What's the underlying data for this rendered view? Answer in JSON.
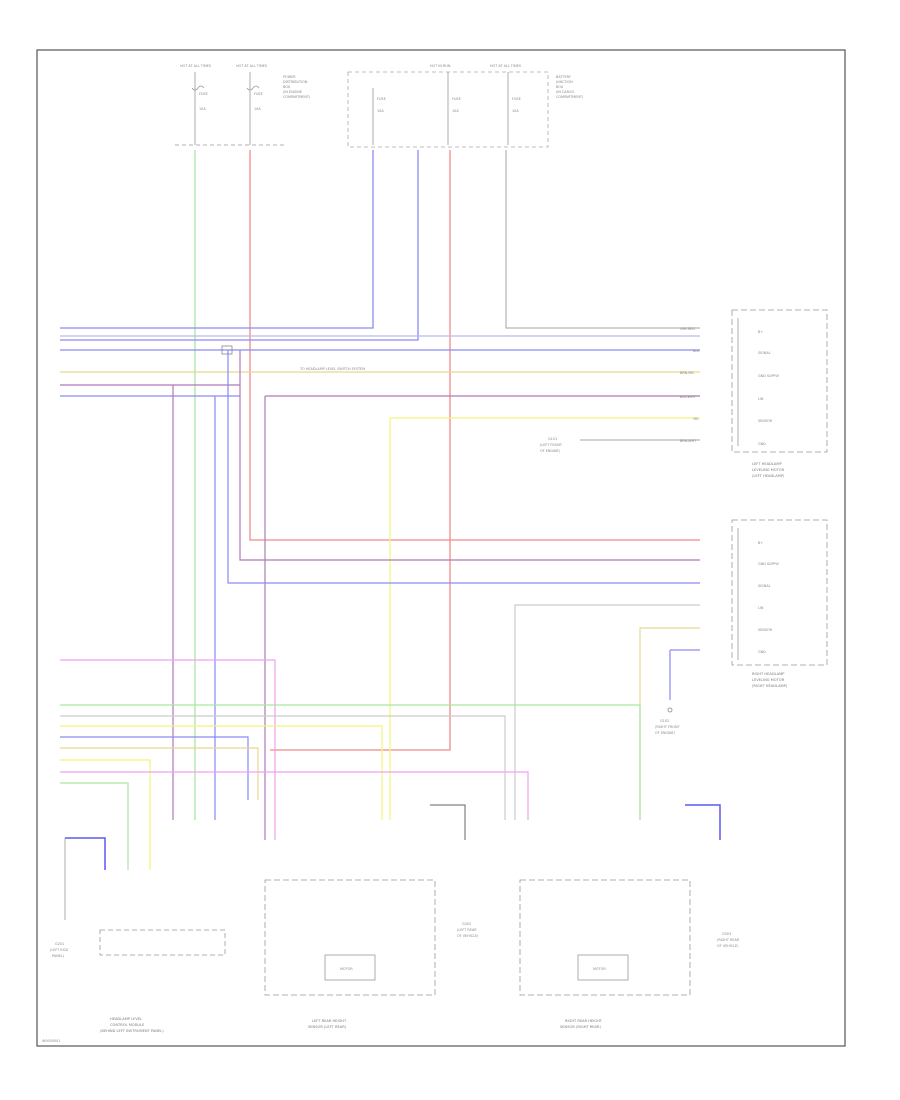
{
  "colors": {
    "blue": "#8a8af5",
    "light_blue": "#b9b9ee",
    "red": "#f08a8a",
    "green": "#a8e6a0",
    "yellow": "#f3f37a",
    "violet": "#b07ab8",
    "grey": "#b8b8b8",
    "pink": "#f0a0f0",
    "tan": "#e8d890",
    "border": "#555555",
    "box": "#999999",
    "ground_blue": "#5a5af0"
  },
  "fuse_blocks": [
    {
      "top": "HOT AT ALL TIMES",
      "fuse": "FUSE",
      "amp": "10A"
    },
    {
      "top": "HOT AT ALL TIMES",
      "fuse": "FUSE",
      "amp": "10A"
    },
    {
      "top": "HOT IN RUN",
      "fuse": "FUSE",
      "amp": "10A"
    },
    {
      "top": "HOT AT ALL TIMES",
      "fuse": "FUSE",
      "amp": "10A"
    }
  ],
  "fuse_panel_left_label": [
    "POWER",
    "DISTRIBUTION",
    "BOX",
    "(IN ENGINE",
    "COMPARTMENT)"
  ],
  "fuse_panel_right_label": [
    "BATTERY",
    "JUNCTION",
    "BOX",
    "(IN CARGO",
    "COMPARTMENT)"
  ],
  "left_headlamp_label": [
    "LEFT HEADLAMP",
    "LEVELING MOTOR",
    "(LEFT HEADLAMP)"
  ],
  "right_headlamp_label": [
    "RIGHT HEADLAMP",
    "LEVELING MOTOR",
    "(RIGHT HEADLAMP)"
  ],
  "headlamp_left_pins": [
    "B+",
    "SIGNAL",
    "GND SUPPLY",
    "LIN",
    "SENSOR",
    "GND"
  ],
  "headlamp_right_pins": [
    "B+",
    "GND SUPPLY",
    "SIGNAL",
    "LIN",
    "SENSOR",
    "GND"
  ],
  "headlamp_wires": [
    {
      "code": "GRY-RED"
    },
    {
      "code": "BLU"
    },
    {
      "code": "BRN-YEL"
    },
    {
      "code": "BLU-WHT"
    },
    {
      "code": "YEL"
    },
    {
      "code": "BRN-WHT"
    }
  ],
  "left_ground_label": [
    "G101",
    "(LEFT FRONT",
    "OF ENGINE)"
  ],
  "right_ground_label": [
    "G102",
    "(RIGHT FRONT",
    "OF ENGINE)"
  ],
  "splice_label": "TO HEADLAMP LEVEL SWITCH SYSTEM",
  "control_module_label": [
    "HEADLAMP LEVEL",
    "CONTROL MODULE",
    "(BEHIND LEFT INSTRUMENT PANEL)"
  ],
  "left_sensor_label": [
    "LEFT REAR HEIGHT",
    "SENSOR (LEFT REAR)"
  ],
  "right_sensor_label": [
    "RIGHT REAR HEIGHT",
    "SENSOR (RIGHT REAR)"
  ],
  "ground_c_label": [
    "G302",
    "(LEFT REAR",
    "OF VEHICLE)"
  ],
  "ground_d_label": [
    "G303",
    "(RIGHT REAR",
    "OF VEHICLE)"
  ],
  "ground_e_label": [
    "G201",
    "(LEFT KICK",
    "PANEL)"
  ],
  "sensor_box_text": "MOTOR",
  "footer_code": "W0000001"
}
